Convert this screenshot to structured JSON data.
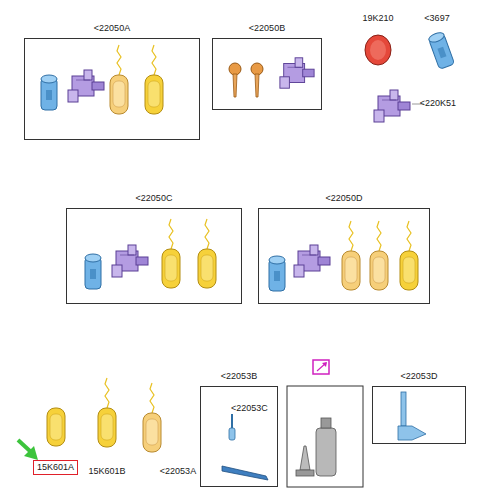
{
  "diagram": {
    "nodes": [
      {
        "text": [
          "<22050A"
        ]
      },
      {
        "text": [
          "<22050B"
        ]
      },
      {
        "text": [
          "<22050C"
        ]
      },
      {
        "text": [
          "<22050D"
        ]
      },
      {
        "text": [
          "15K601A"
        ]
      },
      {
        "text": [
          "<22053B",
          "<22053C"
        ]
      },
      {
        "text": [
          "<22053D"
        ]
      }
    ],
    "labels": [
      "19K210",
      "<3697",
      "<220K51",
      "15K601B",
      "<22053A"
    ]
  }
}
